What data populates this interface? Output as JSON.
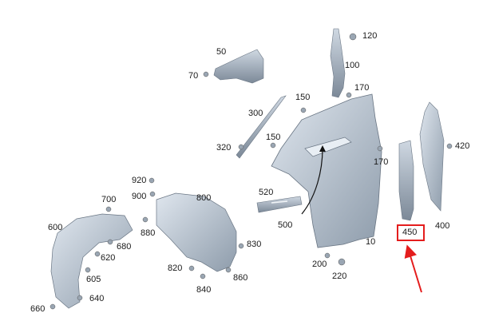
{
  "diagram": {
    "highlight_color": "#e41d1d",
    "part_color": "#b9c4cf",
    "part_dark": "#7d8a98",
    "part_numbers": {
      "p10": "10",
      "p50": "50",
      "p70": "70",
      "p100": "100",
      "p120": "120",
      "p150a": "150",
      "p150b": "150",
      "p170a": "170",
      "p170b": "170",
      "p200": "200",
      "p220": "220",
      "p300": "300",
      "p320": "320",
      "p400": "400",
      "p420": "420",
      "p450": "450",
      "p500": "500",
      "p520": "520",
      "p600": "600",
      "p605": "605",
      "p620": "620",
      "p640": "640",
      "p660": "660",
      "p680": "680",
      "p700": "700",
      "p800": "800",
      "p820": "820",
      "p830": "830",
      "p840": "840",
      "p860": "860",
      "p880": "880",
      "p900": "900",
      "p920": "920"
    },
    "highlighted_part": "450"
  }
}
